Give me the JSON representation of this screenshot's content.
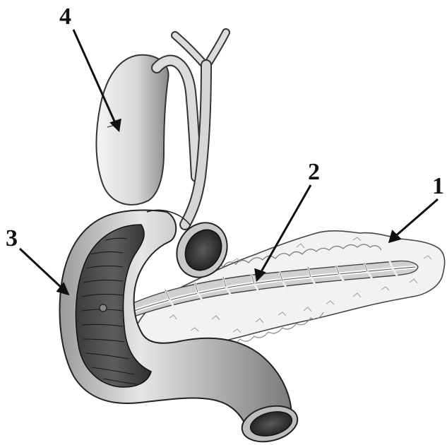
{
  "labels": {
    "one": "1",
    "two": "2",
    "three": "3",
    "four": "4"
  },
  "colors": {
    "ink": "#111111",
    "organ_light": "#e4e4e4",
    "organ_mid": "#a9a9a9",
    "organ_dark": "#3a3a3a",
    "pancreas_fill": "#f1f1f1",
    "duct": "#fafafa",
    "lumen": "#1c1c1c"
  }
}
